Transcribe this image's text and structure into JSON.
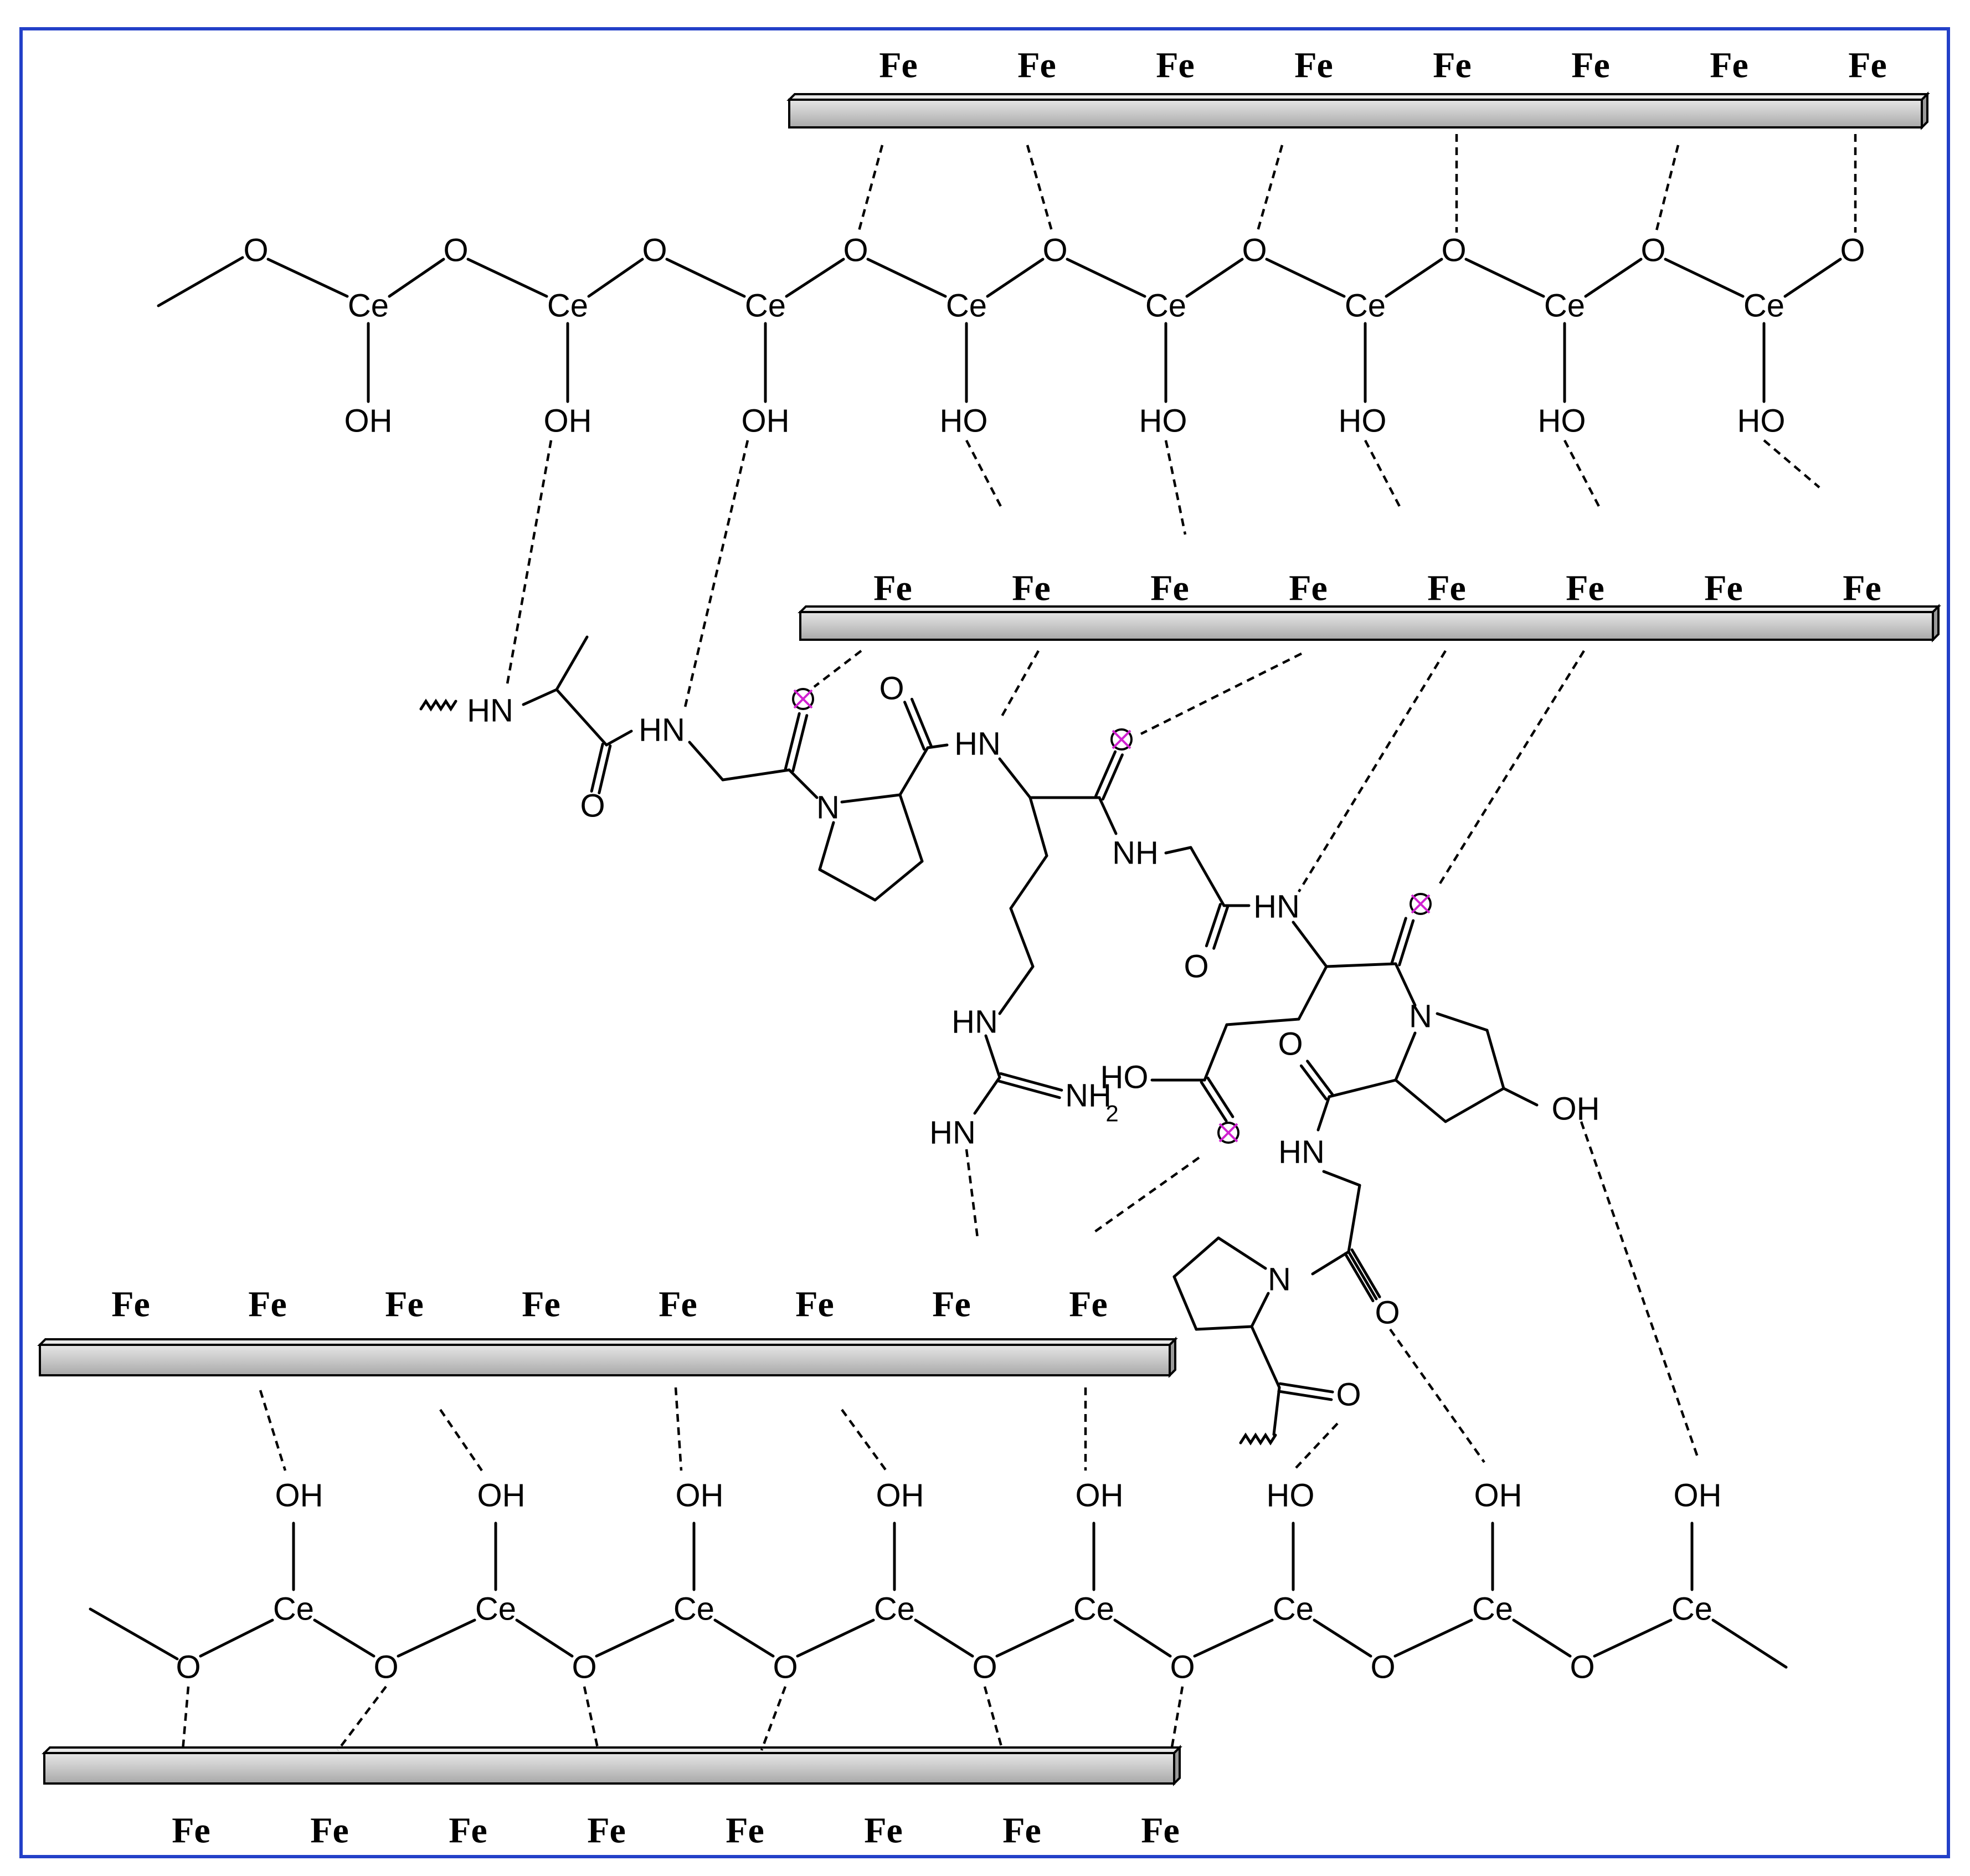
{
  "figure": {
    "border_color": "#2340c8",
    "bar_color": "#c8c8c8",
    "marker_color": "#d020d0",
    "atoms": {
      "fe": "Fe",
      "ce": "Ce",
      "o": "O",
      "oh": "OH",
      "ho": "HO",
      "hn": "HN",
      "nh": "NH",
      "n": "N",
      "nh2": "NH",
      "sub2": "2"
    }
  }
}
